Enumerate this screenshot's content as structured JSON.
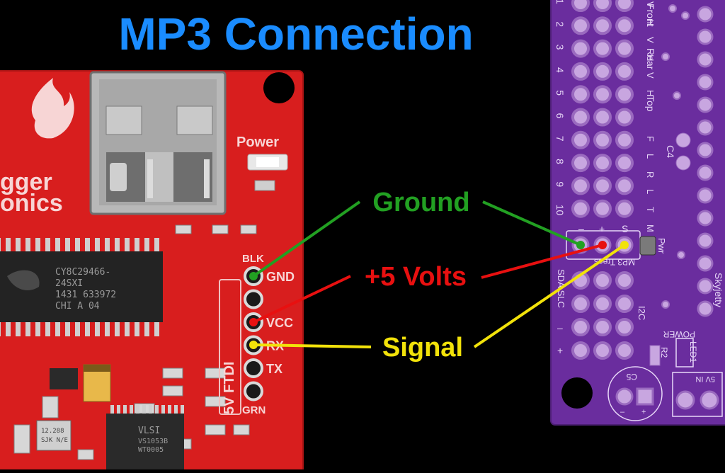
{
  "title": "MP3 Connection",
  "colors": {
    "title": "#1a8cff",
    "ground": "#22a022",
    "volts": "#e81010",
    "signal": "#f2e20a",
    "red_board": "#d81e1e",
    "purple_board": "#6a2d9e"
  },
  "connections": {
    "ground": "Ground",
    "volts": "+5 Volts",
    "signal": "Signal"
  },
  "red_board": {
    "logo_line1": "gger",
    "logo_line2": "onics",
    "power_label": "Power",
    "ftdi_label": "5V FTDI",
    "pins": [
      "GND",
      "",
      "VCC",
      "RX",
      "TX",
      ""
    ],
    "pin_top_label": "BLK",
    "pin_bottom_label": "GRN",
    "chip1_line1": "CY8C29466-",
    "chip1_line2": "24SXI",
    "chip1_line3": "1431  633972",
    "chip1_line4": "CHI    A 04",
    "chip2_line1": "VLSI",
    "chip2_line2": "VS1053B",
    "chip2_line3": "WT0005",
    "crystal_line1": "12.288",
    "crystal_line2": "SJK  N/E"
  },
  "purple_board": {
    "row_numbers": [
      "1",
      "2",
      "3",
      "4",
      "5",
      "6",
      "7",
      "8",
      "9",
      "10"
    ],
    "col_labels": [
      "Front",
      "Rear",
      "Top"
    ],
    "letter_col": [
      "V",
      "H",
      "V",
      "H",
      "V",
      "H",
      "F",
      "L",
      "R",
      "L",
      "T",
      "M"
    ],
    "c4": "C4",
    "header_labels": [
      "–",
      "+",
      "S"
    ],
    "mp3_label": "MP3 Trees",
    "pwr_label": "Pwr",
    "sda_label": "SDA SLC",
    "i2c_label": "I2C",
    "minus": "–",
    "plus": "+",
    "power_label": "POWER",
    "led_label": "LED1",
    "r2_label": "R2",
    "c5_label": "C5",
    "in_label": "5V IN",
    "brand": "Skyjetty"
  }
}
